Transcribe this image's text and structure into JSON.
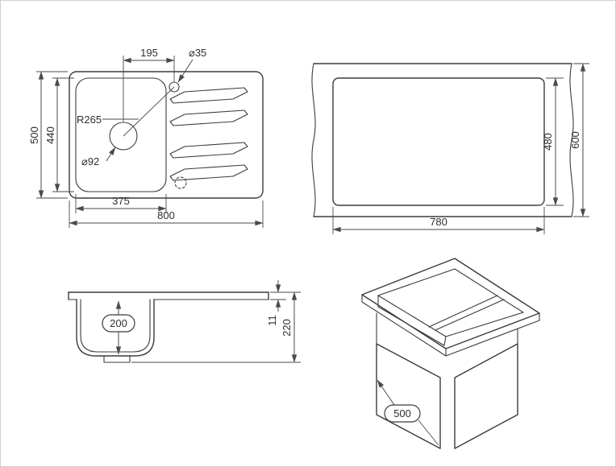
{
  "drawing": {
    "line_color": "#3b3b3b",
    "dimension_color": "#4a4a4a",
    "background": "#ffffff"
  },
  "top_view": {
    "dim_tap_offset": "195",
    "dim_tap_hole": "⌀35",
    "dim_outer_depth": "500",
    "dim_inner_depth": "440",
    "dim_radius": "R265",
    "dim_drain": "⌀92",
    "dim_bowl_width": "375",
    "dim_outer_width": "800"
  },
  "cutout_view": {
    "dim_cutout_height": "480",
    "dim_counter_depth": "600",
    "dim_cutout_width": "780"
  },
  "side_view": {
    "dim_bowl_depth": "200",
    "dim_rim_height": "11",
    "dim_total_height": "220"
  },
  "iso_view": {
    "dim_cabinet_width": "500"
  }
}
